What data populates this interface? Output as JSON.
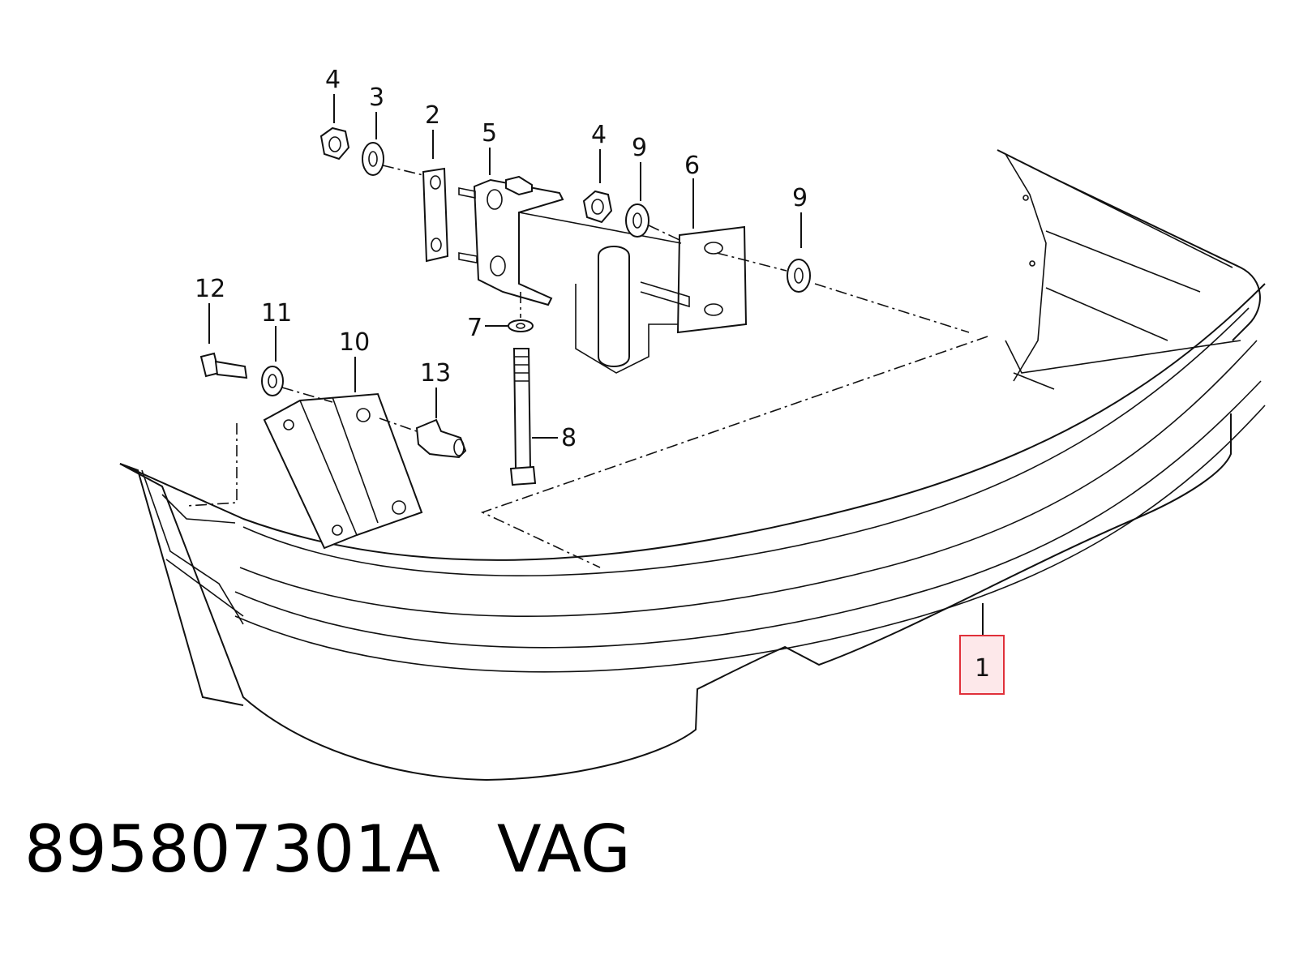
{
  "caption": {
    "part_number": "895807301A",
    "brand": "VAG"
  },
  "callouts": [
    {
      "id": "c4a",
      "label": "4"
    },
    {
      "id": "c3",
      "label": "3"
    },
    {
      "id": "c2",
      "label": "2"
    },
    {
      "id": "c5",
      "label": "5"
    },
    {
      "id": "c4b",
      "label": "4"
    },
    {
      "id": "c9a",
      "label": "9"
    },
    {
      "id": "c6",
      "label": "6"
    },
    {
      "id": "c9b",
      "label": "9"
    },
    {
      "id": "c12",
      "label": "12"
    },
    {
      "id": "c11",
      "label": "11"
    },
    {
      "id": "c10",
      "label": "10"
    },
    {
      "id": "c13",
      "label": "13"
    },
    {
      "id": "c7",
      "label": "7"
    },
    {
      "id": "c8",
      "label": "8"
    },
    {
      "id": "c1",
      "label": "1"
    }
  ],
  "highlight": {
    "target": "1",
    "color": "#e0303a"
  }
}
